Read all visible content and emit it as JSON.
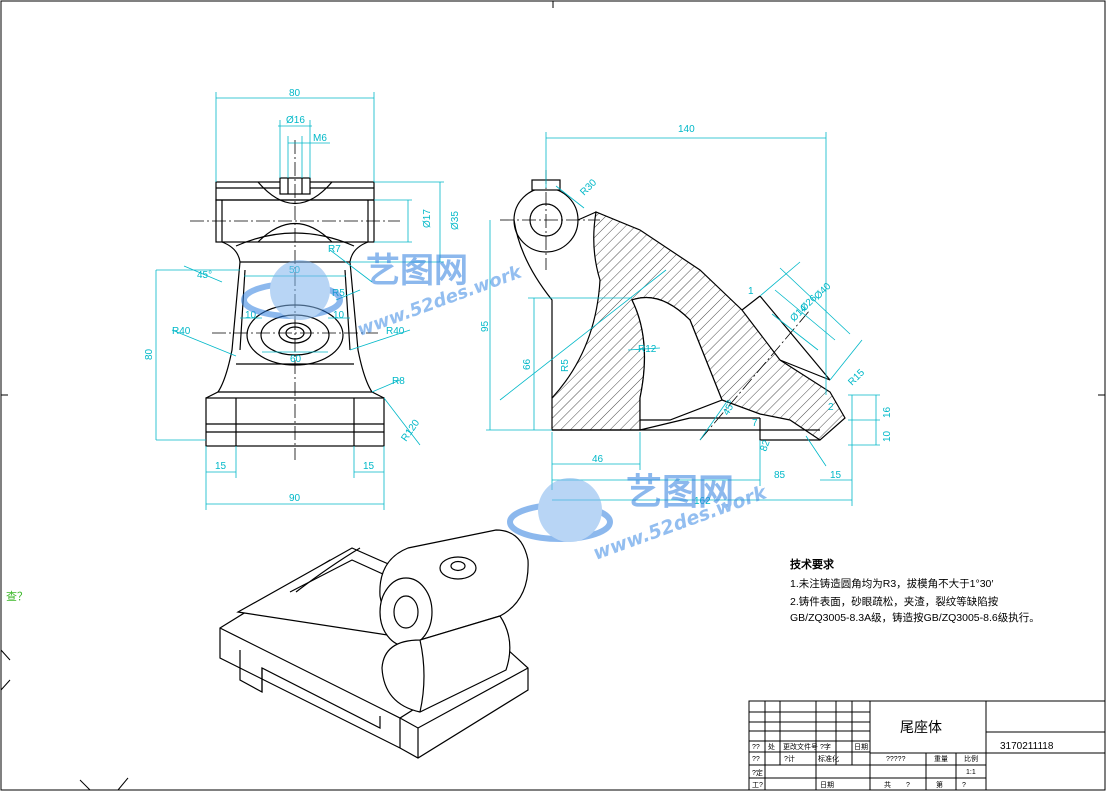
{
  "front_view": {
    "dims": {
      "width_top": "80",
      "bore_small": "Ø16",
      "thread": "M6",
      "dia_17": "Ø17",
      "dia_35": "Ø35",
      "angle_45": "45°",
      "width_mid": "50",
      "r7": "R7",
      "r5": "R5",
      "r40_left": "R40",
      "r40_right": "R40",
      "d10_left": "10",
      "d10_right": "10",
      "d60": "60",
      "r8": "R8",
      "height_80": "80",
      "r120": "R120",
      "d15_left": "15",
      "d15_right": "15",
      "width_base": "90"
    }
  },
  "side_view": {
    "dims": {
      "length_140": "140",
      "r30": "R30",
      "height_95": "95",
      "height_66": "66",
      "r5": "R5",
      "r12": "R12",
      "d1": "1",
      "dia_40": "Ø40",
      "dia_26": "Ø26",
      "dia_14": "Ø14",
      "r15": "R15",
      "d16": "16",
      "d10": "10",
      "angle_45": "45°",
      "d7": "7",
      "d46": "46",
      "d85": "85",
      "d15": "15",
      "d162": "162",
      "d82": "82",
      "d2": "2"
    }
  },
  "watermark": {
    "logo_text": "艺图网",
    "url_text": "www.52des.work"
  },
  "technical_notes": {
    "heading": "技术要求",
    "lines": [
      "1.未注铸造圆角均为R3，拔模角不大于1°30′",
      "2.铸件表面，砂眼疏松，夹渣，裂纹等缺陷按",
      "GB/ZQ3005-8.3A级，铸造按GB/ZQ3005-8.6级执行。"
    ]
  },
  "left_edge_text": "查？",
  "title_block": {
    "part_name": "尾座体",
    "drawing_number": "3170211118",
    "cells": {
      "c1": "??",
      "c2": "处",
      "c3": "更改文件号",
      "c4": "?字",
      "c5": "日期",
      "c6": "标准化",
      "c7": "?????",
      "c8": "重量",
      "c9": "比例",
      "c10": "1:1",
      "c11": "??",
      "c12": "工?",
      "c13": "日期",
      "c14": "共",
      "c15": "?",
      "c16": "第",
      "c17": "?",
      "c18": "?定",
      "c19": "?计"
    }
  },
  "colors": {
    "outline": "#000000",
    "dimension": "#00b8c8",
    "centerline": "#000000",
    "watermark": "#2f7fe0",
    "left_note": "#3db82a"
  }
}
